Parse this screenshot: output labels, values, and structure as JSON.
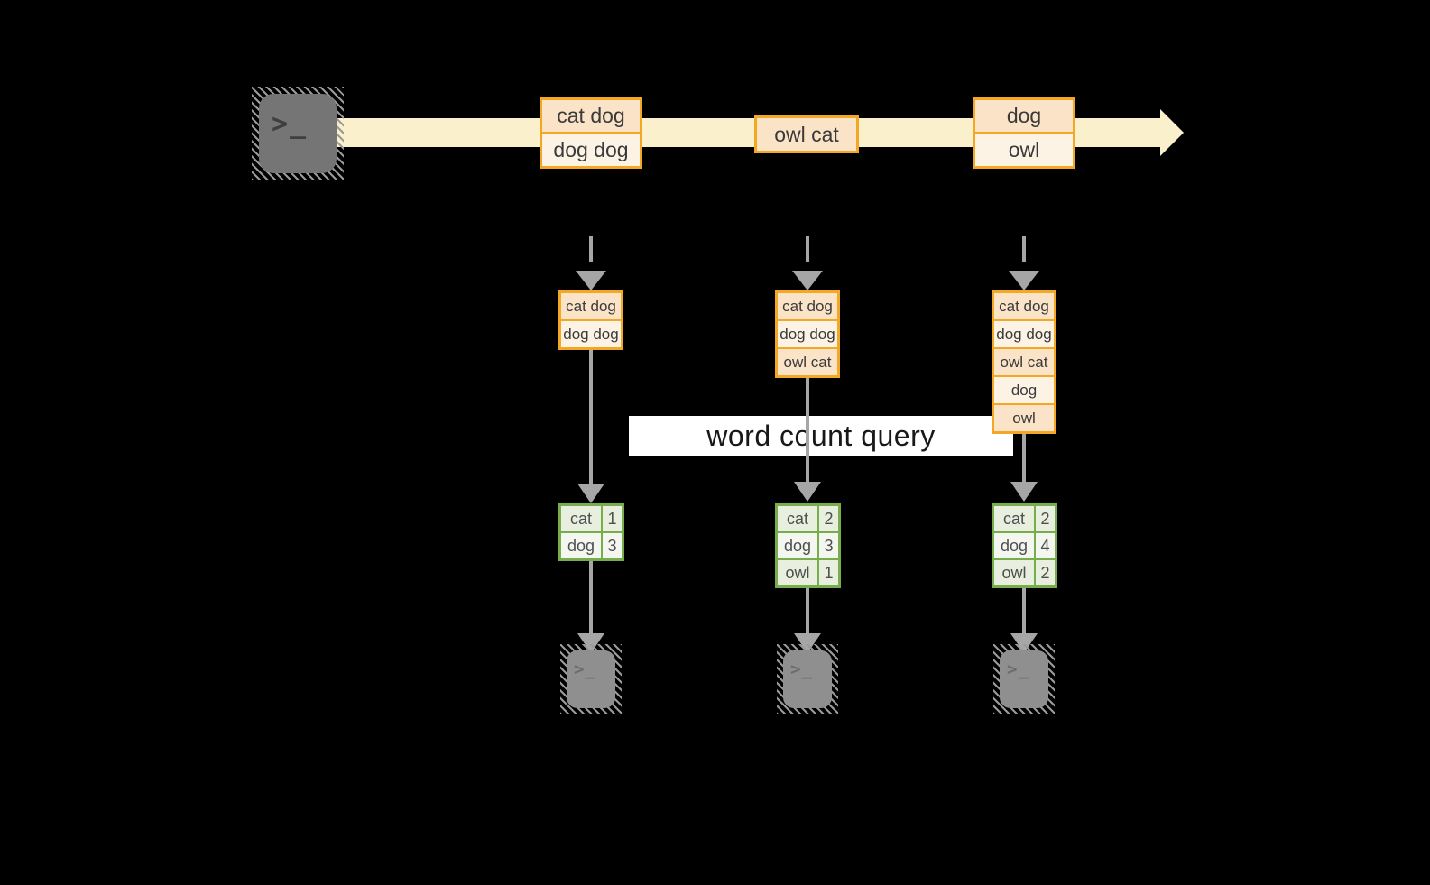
{
  "colors": {
    "background": "#000000",
    "stream_yellow": "#faf0cb",
    "accent_orange": "#f2a822",
    "fill_peach": "#fae3c6",
    "fill_cream": "#fcf3e5",
    "arrow_gray": "#a6a6a6",
    "query_band_white": "#ffffff",
    "green_border": "#77ae4d",
    "green_cell_dark": "#e9efde",
    "green_cell_light": "#f4f7ef"
  },
  "terminal": {
    "glyph": ">_"
  },
  "query": {
    "label": "word count query"
  },
  "stream": {
    "events": [
      {
        "rows": [
          "cat dog",
          "dog dog"
        ]
      },
      {
        "rows": [
          "owl cat"
        ]
      },
      {
        "rows": [
          "dog",
          "owl"
        ]
      }
    ]
  },
  "columns": [
    {
      "state_rows": [
        "cat dog",
        "dog dog"
      ],
      "counts": [
        {
          "word": "cat",
          "count": "1"
        },
        {
          "word": "dog",
          "count": "3"
        }
      ]
    },
    {
      "state_rows": [
        "cat dog",
        "dog dog",
        "owl cat"
      ],
      "counts": [
        {
          "word": "cat",
          "count": "2"
        },
        {
          "word": "dog",
          "count": "3"
        },
        {
          "word": "owl",
          "count": "1"
        }
      ]
    },
    {
      "state_rows": [
        "cat dog",
        "dog dog",
        "owl cat",
        "dog",
        "owl"
      ],
      "counts": [
        {
          "word": "cat",
          "count": "2"
        },
        {
          "word": "dog",
          "count": "4"
        },
        {
          "word": "owl",
          "count": "2"
        }
      ]
    }
  ]
}
